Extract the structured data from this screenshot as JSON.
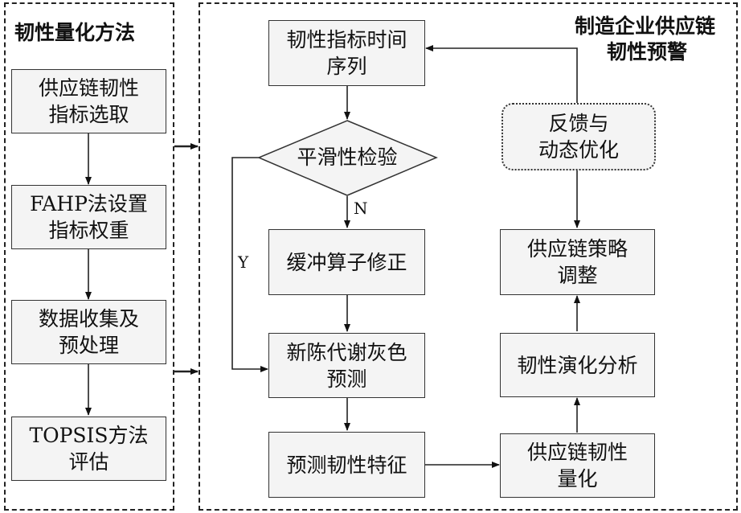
{
  "left_panel": {
    "title": "韧性量化方法",
    "steps": [
      "供应链韧性\n指标选取",
      "FAHP法设置\n指标权重",
      "数据收集及\n预处理",
      "TOPSIS方法\n评估"
    ]
  },
  "right_panel": {
    "title_line1": "制造企业供应链",
    "title_line2": "韧性预警",
    "nodes": {
      "series": "韧性指标时间\n序列",
      "smooth_check": "平滑性检验",
      "buffer_fix": "缓冲算子修正",
      "grey_predict": "新陈代谢灰色\n预测",
      "predict_feature": "预测韧性特征",
      "quantify": "供应链韧性\n量化",
      "evolution": "韧性演化分析",
      "strategy": "供应链策略\n调整",
      "feedback": "反馈与\n动态优化"
    },
    "edge_labels": {
      "yes": "Y",
      "no": "N"
    }
  }
}
